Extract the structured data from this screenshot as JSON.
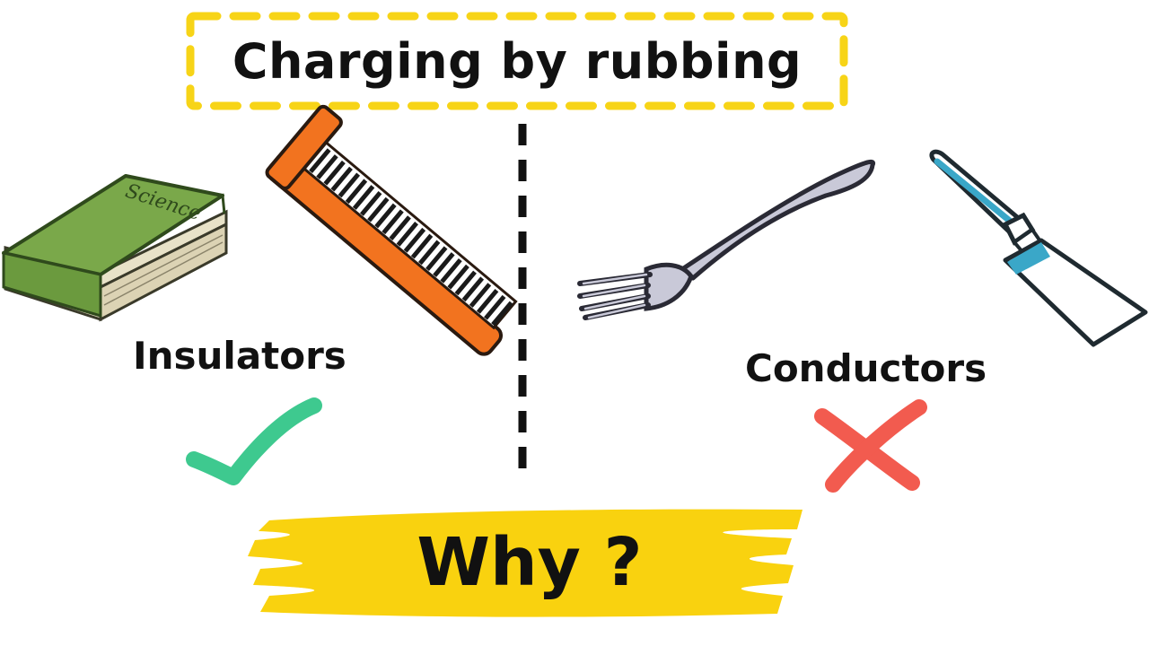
{
  "title": "Charging by rubbing",
  "book_cover_text": "Science",
  "left_label": "Insulators",
  "right_label": "Conductors",
  "question": "Why ?",
  "colors": {
    "title_border": "#f7d417",
    "highlight": "#f9d20f",
    "check": "#3ec98f",
    "cross": "#f25b4f",
    "book": "#7aa84a",
    "comb": "#f2731f",
    "fork": "#c9c9d8",
    "spatula_handle": "#3aa7c8",
    "divider": "#111111"
  },
  "icons": [
    "book-icon",
    "comb-icon",
    "fork-icon",
    "spatula-icon",
    "check-icon",
    "cross-icon"
  ]
}
